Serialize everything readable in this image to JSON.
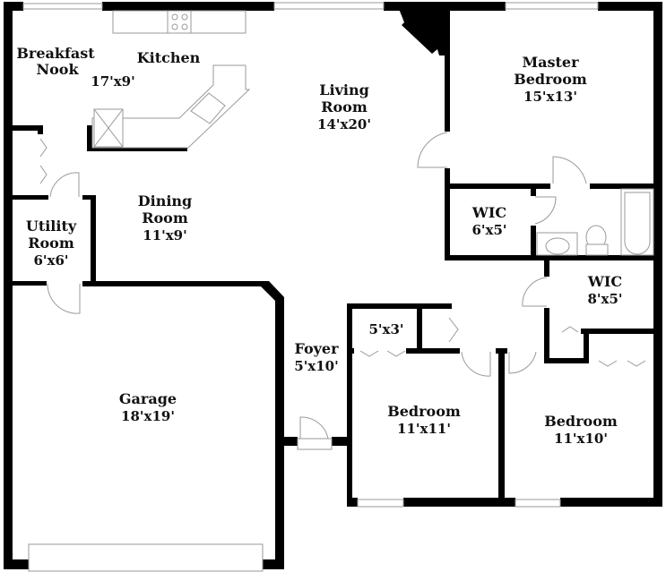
{
  "plan": {
    "colors": {
      "wall": "#000000",
      "fixture_line": "#9a9a9a",
      "background": "#ffffff"
    },
    "rooms": {
      "breakfast_nook": {
        "name_line1": "Breakfast",
        "name_line2": "Nook"
      },
      "kitchen": {
        "name": "Kitchen",
        "size": "17'x9'"
      },
      "living_room": {
        "name_line1": "Living",
        "name_line2": "Room",
        "size": "14'x20'"
      },
      "master_bedroom": {
        "name_line1": "Master",
        "name_line2": "Bedroom",
        "size": "15'x13'"
      },
      "dining_room": {
        "name_line1": "Dining",
        "name_line2": "Room",
        "size": "11'x9'"
      },
      "utility_room": {
        "name_line1": "Utility",
        "name_line2": "Room",
        "size": "6'x6'"
      },
      "wic_master": {
        "name": "WIC",
        "size": "6'x5'"
      },
      "wic_second": {
        "name": "WIC",
        "size": "8'x5'"
      },
      "closet_hall": {
        "size": "5'x3'"
      },
      "foyer": {
        "name": "Foyer",
        "size": "5'x10'"
      },
      "garage": {
        "name": "Garage",
        "size": "18'x19'"
      },
      "bedroom_2": {
        "name": "Bedroom",
        "size": "11'x11'"
      },
      "bedroom_3": {
        "name": "Bedroom",
        "size": "11'x10'"
      }
    }
  }
}
